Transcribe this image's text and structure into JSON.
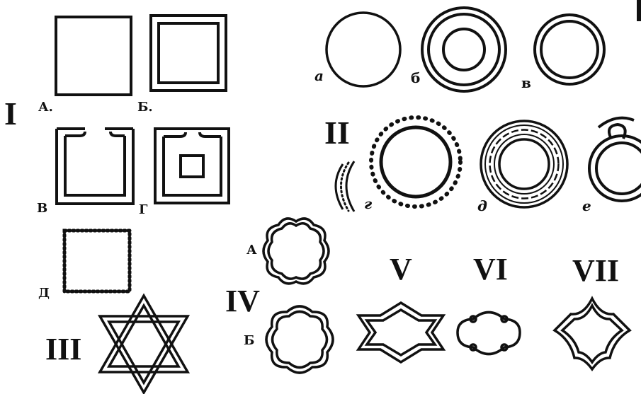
{
  "labels": {
    "roman_1": "I",
    "roman_2": "II",
    "roman_3": "III",
    "roman_4": "IV",
    "roman_5": "V",
    "roman_6": "VI",
    "roman_7": "VII",
    "sq_a": "А.",
    "sq_b": "Б.",
    "sq_v": "В",
    "sq_g": "Г",
    "sq_d": "Д",
    "c_a": "а",
    "c_b": "б",
    "c_v": "в",
    "c_g": "г",
    "c_d": "д",
    "c_e": "е",
    "iv_a": "А",
    "iv_b": "Б"
  },
  "colors": {
    "ink": "#111111",
    "paper": "#ffffff"
  }
}
